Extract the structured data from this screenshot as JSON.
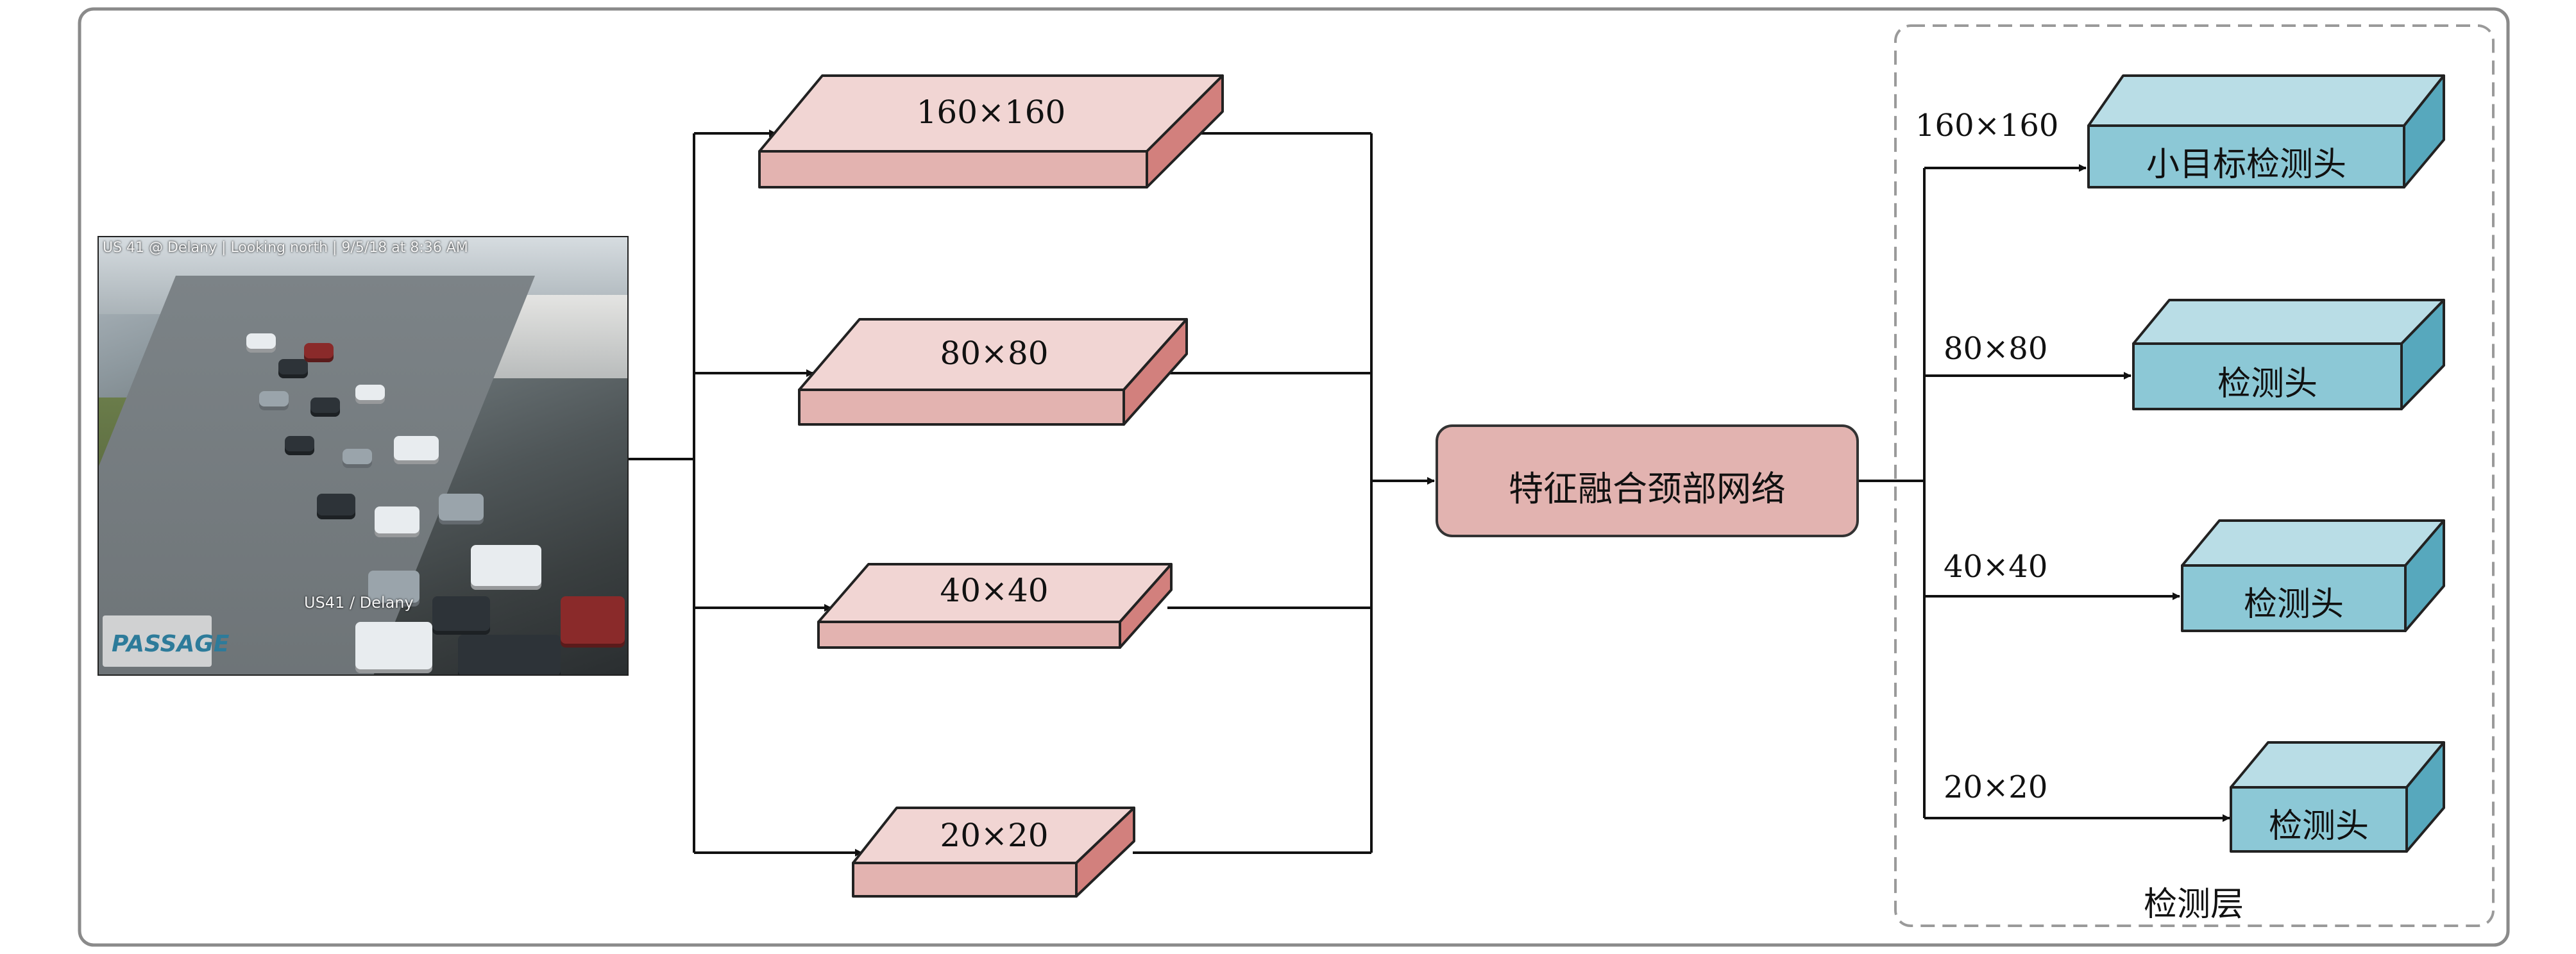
{
  "input_image": {
    "overlay_text": "US 41 @ Delany | Looking north | 9/5/18 at 8:36 AM",
    "road_label": "US41 / Delany",
    "logo_text": "PASSAGE"
  },
  "feature_maps": [
    {
      "label": "160×160"
    },
    {
      "label": "80×80"
    },
    {
      "label": "40×40"
    },
    {
      "label": "20×20"
    }
  ],
  "fusion": {
    "label": "特征融合颈部网络"
  },
  "detection_layer": {
    "title": "检测层",
    "heads": [
      {
        "scale": "160×160",
        "label": "小目标检测头"
      },
      {
        "scale": "80×80",
        "label": "检测头"
      },
      {
        "scale": "40×40",
        "label": "检测头"
      },
      {
        "scale": "20×20",
        "label": "检测头"
      }
    ]
  },
  "colors": {
    "feature_top": "#f1d5d3",
    "feature_front": "#e3b3b0",
    "feature_side": "#d2807d",
    "fusion_fill": "#e2b3b0",
    "head_top": "#b9dde6",
    "head_front": "#8cc8d6",
    "head_side": "#57a8bd",
    "line": "#111111",
    "frame": "#888888",
    "dash": "#999999"
  }
}
